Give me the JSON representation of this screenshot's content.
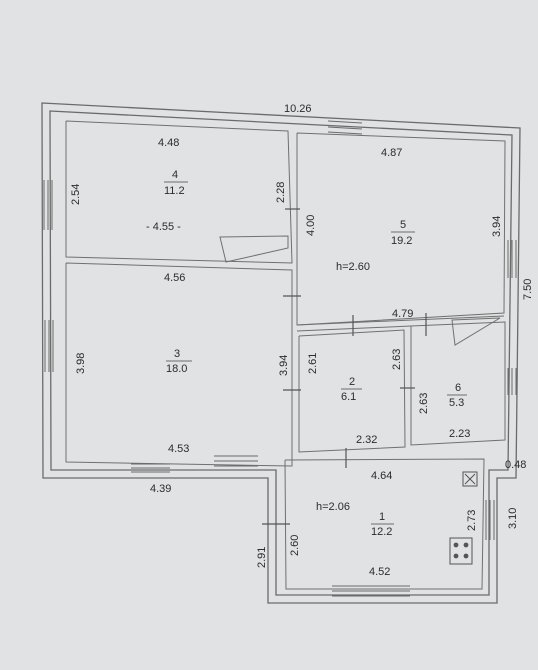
{
  "plan": {
    "overall_top": "10.26",
    "overall_right": "7.50",
    "rooms": [
      {
        "num": "1",
        "area": "12.2",
        "height": "h=2.06",
        "dims": {
          "top": "4.64",
          "bottom": "4.52",
          "left": "2.60",
          "right": "2.73"
        }
      },
      {
        "num": "2",
        "area": "6.1",
        "dims": {
          "left": "2.61",
          "right": "2.63",
          "bottom": "2.32"
        }
      },
      {
        "num": "3",
        "area": "18.0",
        "dims": {
          "top": "4.56",
          "left": "3.98",
          "right": "3.94",
          "bottom": "4.53"
        }
      },
      {
        "num": "4",
        "area": "11.2",
        "dims": {
          "top": "4.48",
          "left": "2.54",
          "right": "2.28",
          "bottom": "- 4.55 -"
        }
      },
      {
        "num": "5",
        "area": "19.2",
        "height": "h=2.60",
        "dims": {
          "top": "4.87",
          "left": "4.00",
          "right": "3.94",
          "bottom": "4.79"
        }
      },
      {
        "num": "6",
        "area": "5.3",
        "dims": {
          "left": "2.63",
          "right": "2.23"
        }
      }
    ],
    "exterior": {
      "bottom_left_section": "4.39",
      "left_lower": "2.91",
      "right_lower": "3.10",
      "right_offset": "0.48"
    }
  }
}
